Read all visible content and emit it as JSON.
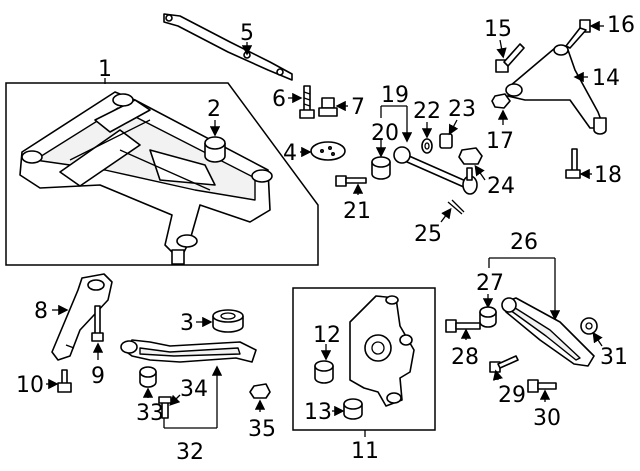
{
  "callouts": {
    "c1": "1",
    "c2": "2",
    "c3": "3",
    "c4": "4",
    "c5": "5",
    "c6": "6",
    "c7": "7",
    "c8": "8",
    "c9": "9",
    "c10": "10",
    "c11": "11",
    "c12": "12",
    "c13": "13",
    "c14": "14",
    "c15": "15",
    "c16": "16",
    "c17": "17",
    "c18": "18",
    "c19": "19",
    "c20": "20",
    "c21": "21",
    "c22": "22",
    "c23": "23",
    "c24": "24",
    "c25": "25",
    "c26": "26",
    "c27": "27",
    "c28": "28",
    "c29": "29",
    "c30": "30",
    "c31": "31",
    "c32": "32",
    "c33": "33",
    "c34": "34",
    "c35": "35"
  }
}
